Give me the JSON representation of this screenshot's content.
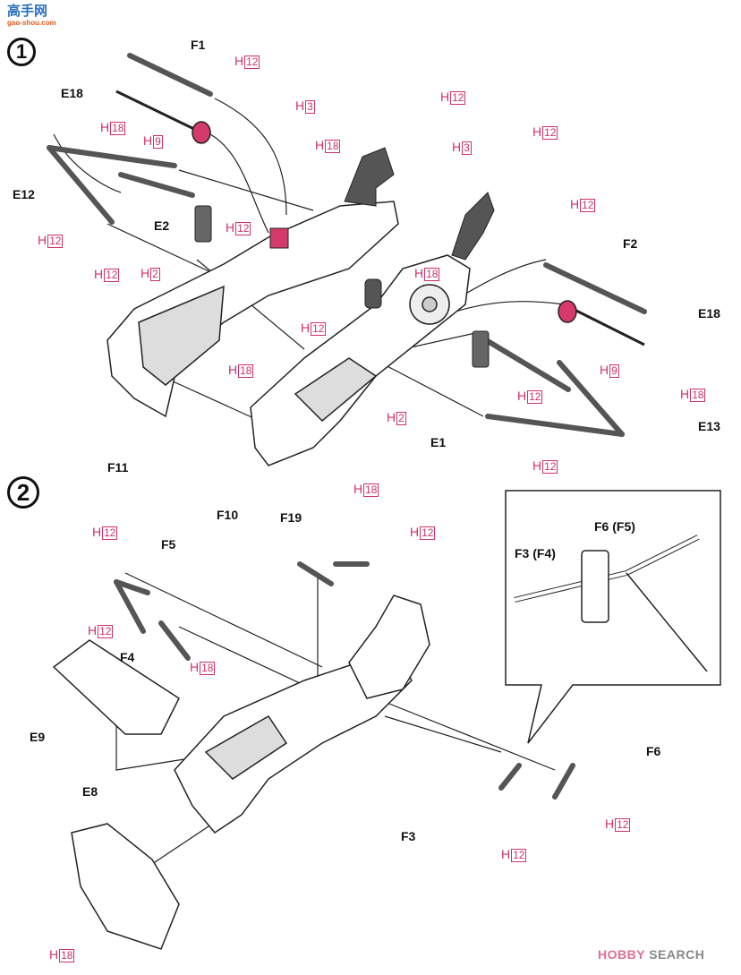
{
  "logo_text": "高手网",
  "logo_sub": "gao-shou.com",
  "watermark": {
    "brand1": "HOBBY",
    "brand2": "SEARCH"
  },
  "colors": {
    "paint_callout": "#d0306a",
    "parts": "#555555",
    "outline": "#222222",
    "accent_part": "#d63a6a"
  },
  "steps": [
    {
      "number": "1"
    },
    {
      "number": "2"
    }
  ],
  "part_labels": [
    "F1",
    "E18",
    "E12",
    "E2",
    "F2",
    "E18",
    "E1",
    "E13",
    "F11",
    "F10",
    "F19",
    "F5",
    "F4",
    "F6 (F5)",
    "F3 (F4)",
    "E9",
    "F6",
    "E8",
    "F3"
  ],
  "paint_prefix": "H",
  "paint_labels": [
    "12",
    "18",
    "9",
    "3",
    "12",
    "18",
    "3",
    "12",
    "12",
    "12",
    "2",
    "12",
    "12",
    "18",
    "12",
    "9",
    "18",
    "18",
    "2",
    "12",
    "12",
    "18",
    "12",
    "12",
    "18",
    "12",
    "12",
    "12",
    "18"
  ]
}
